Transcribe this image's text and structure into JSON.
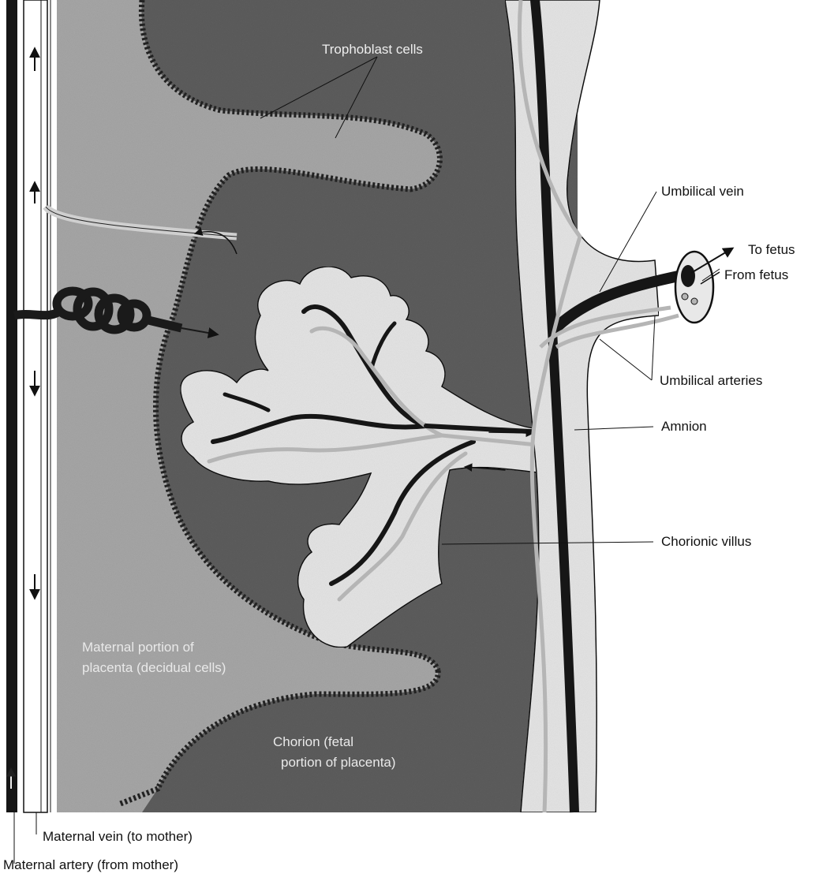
{
  "labels": {
    "trophoblast_cells": "Trophoblast cells",
    "umbilical_vein": "Umbilical vein",
    "to_fetus": "To fetus",
    "from_fetus": "From fetus",
    "umbilical_arteries": "Umbilical arteries",
    "amnion": "Amnion",
    "chorionic_villus": "Chorionic villus",
    "maternal_portion_line1": "Maternal portion of",
    "maternal_portion_line2": "placenta (decidual cells)",
    "chorion_line1": "Chorion (fetal",
    "chorion_line2": "portion of placenta)",
    "maternal_vein": "Maternal vein (to mother)",
    "maternal_artery": "Maternal artery (from mother)"
  },
  "colors": {
    "background": "#ffffff",
    "dark_tissue": "#5e5e5e",
    "light_tissue": "#a9a9a9",
    "villus_fill": "#e8e8e8",
    "vessel_dark": "#161616",
    "vessel_light": "#b5b5b5",
    "text": "#111111"
  },
  "icons": {
    "flow_arrow": "arrow-icon"
  }
}
